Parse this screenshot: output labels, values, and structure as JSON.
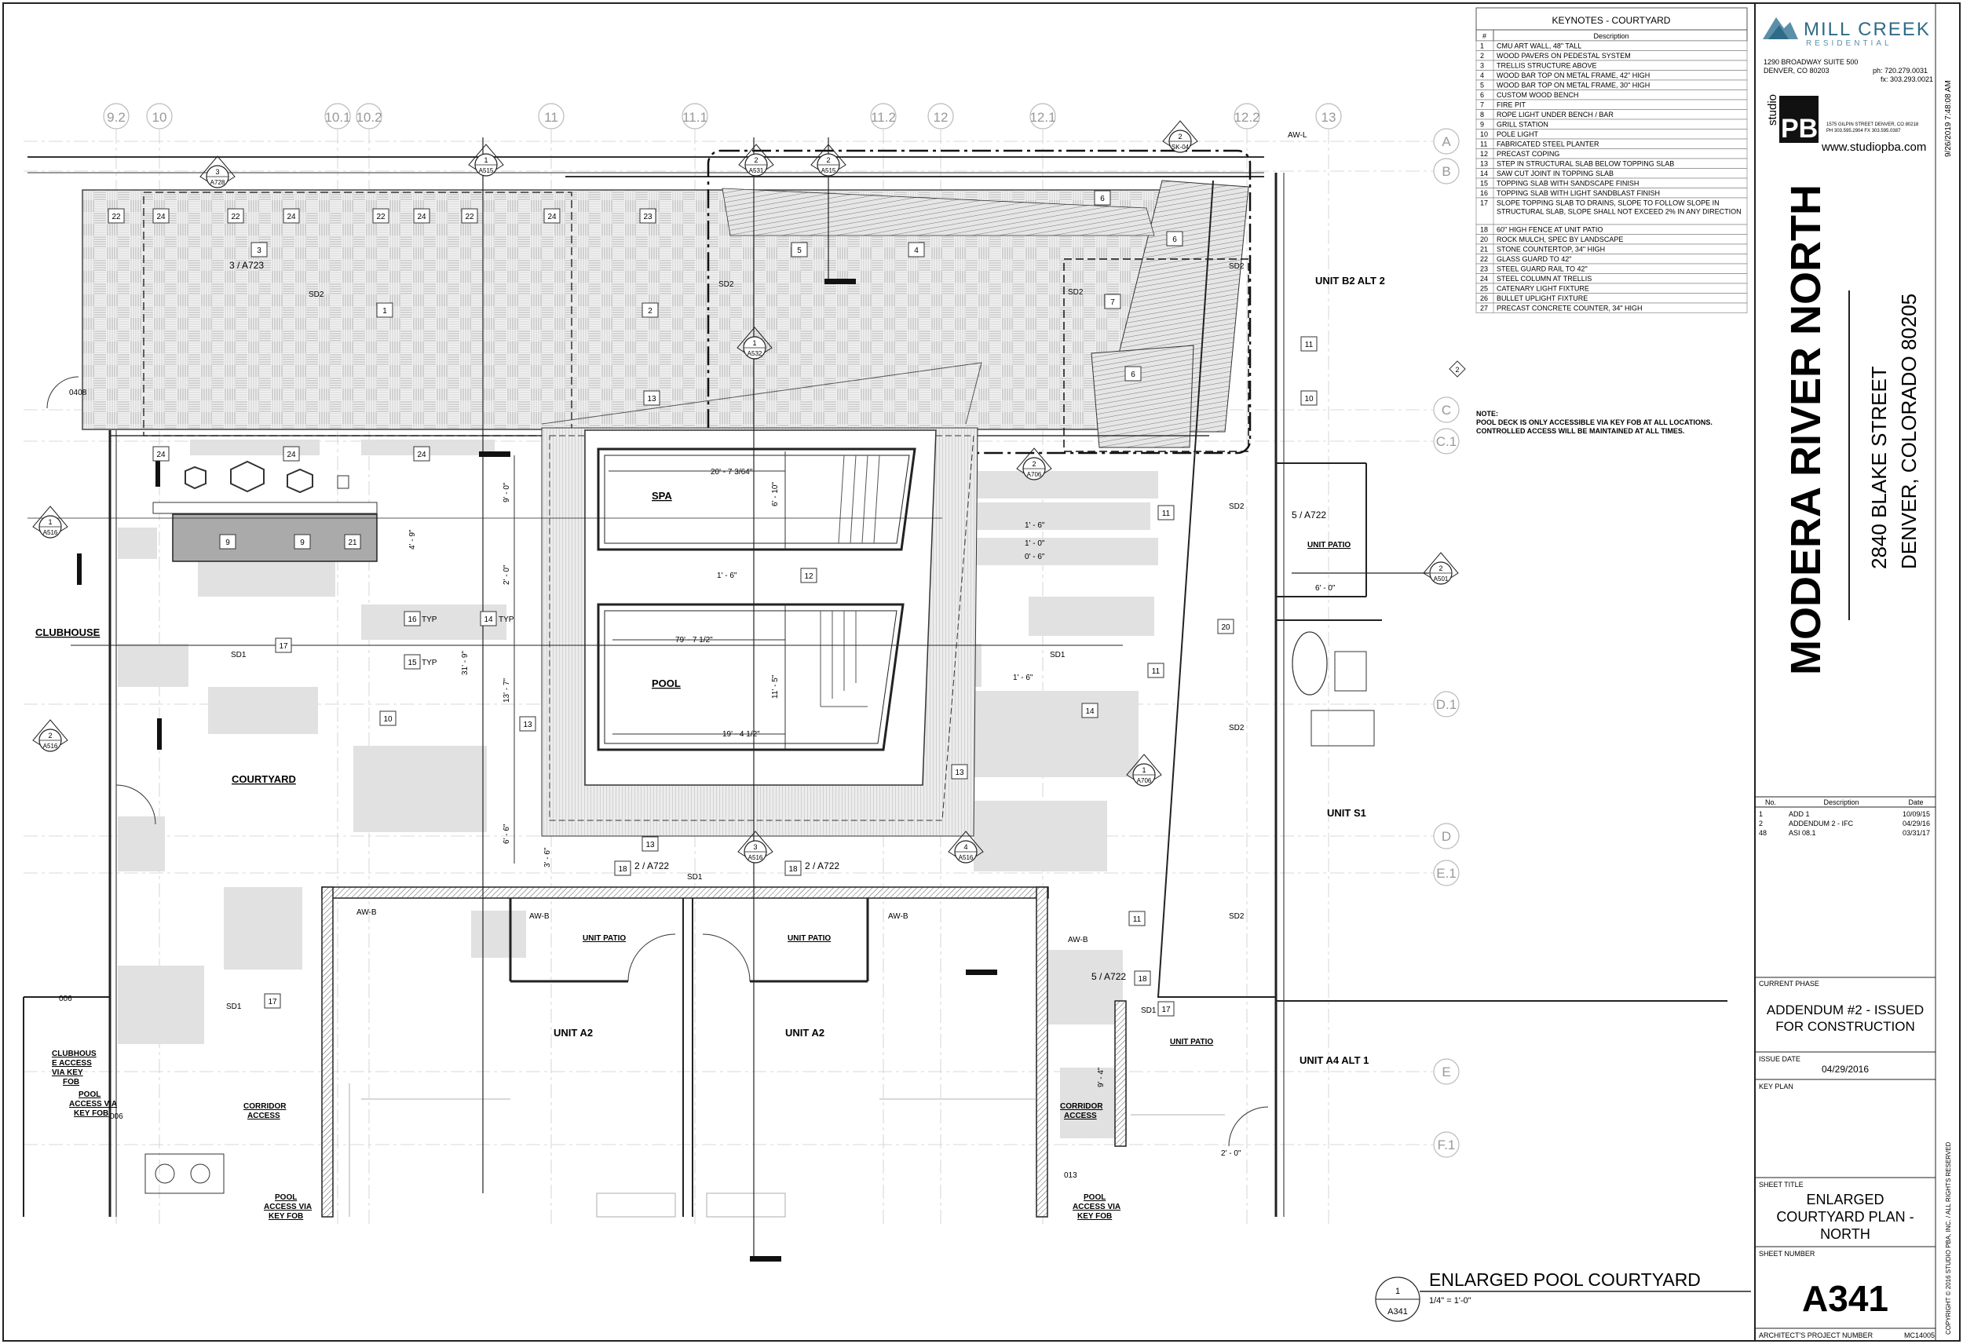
{
  "keynotes": {
    "title": "KEYNOTES - COURTYARD",
    "col_num": "#",
    "col_desc": "Description",
    "items": [
      {
        "n": "1",
        "d": "CMU ART WALL, 48\" TALL"
      },
      {
        "n": "2",
        "d": "WOOD PAVERS ON PEDESTAL SYSTEM"
      },
      {
        "n": "3",
        "d": "TRELLIS STRUCTURE ABOVE"
      },
      {
        "n": "4",
        "d": "WOOD BAR TOP ON METAL FRAME, 42\" HIGH"
      },
      {
        "n": "5",
        "d": "WOOD BAR TOP ON METAL FRAME, 30\" HIGH"
      },
      {
        "n": "6",
        "d": "CUSTOM WOOD BENCH"
      },
      {
        "n": "7",
        "d": "FIRE PIT"
      },
      {
        "n": "8",
        "d": "ROPE LIGHT UNDER BENCH / BAR"
      },
      {
        "n": "9",
        "d": "GRILL STATION"
      },
      {
        "n": "10",
        "d": "POLE LIGHT"
      },
      {
        "n": "11",
        "d": "FABRICATED STEEL PLANTER"
      },
      {
        "n": "12",
        "d": "PRECAST COPING"
      },
      {
        "n": "13",
        "d": "STEP IN STRUCTURAL SLAB BELOW TOPPING SLAB"
      },
      {
        "n": "14",
        "d": "SAW CUT JOINT IN TOPPING SLAB"
      },
      {
        "n": "15",
        "d": "TOPPING SLAB WITH SANDSCAPE FINISH"
      },
      {
        "n": "16",
        "d": "TOPPING SLAB WITH LIGHT SANDBLAST FINISH"
      },
      {
        "n": "17",
        "d": "SLOPE TOPPING SLAB TO DRAINS, SLOPE TO FOLLOW SLOPE IN STRUCTURAL SLAB, SLOPE SHALL NOT EXCEED 2% IN ANY DIRECTION"
      },
      {
        "n": "18",
        "d": "60\" HIGH FENCE AT UNIT PATIO"
      },
      {
        "n": "20",
        "d": "ROCK MULCH, SPEC BY LANDSCAPE"
      },
      {
        "n": "21",
        "d": "STONE COUNTERTOP, 34\" HIGH"
      },
      {
        "n": "22",
        "d": "GLASS GUARD TO 42\""
      },
      {
        "n": "23",
        "d": "STEEL GUARD RAIL TO 42\""
      },
      {
        "n": "24",
        "d": "STEEL COLUMN AT TRELLIS"
      },
      {
        "n": "25",
        "d": "CATENARY LIGHT FIXTURE"
      },
      {
        "n": "26",
        "d": "BULLET UPLIGHT FIXTURE"
      },
      {
        "n": "27",
        "d": "PRECAST CONCRETE COUNTER, 34\" HIGH"
      }
    ]
  },
  "note": {
    "label": "NOTE:",
    "lines": [
      "POOL DECK IS ONLY ACCESSIBLE VIA KEY FOB AT ALL LOCATIONS.",
      "CONTROLLED ACCESS WILL BE MAINTAINED AT ALL TIMES."
    ],
    "delta": "2"
  },
  "client": {
    "name": "MILL CREEK",
    "sub": "RESIDENTIAL",
    "addr1": "1290 BROADWAY SUITE 500",
    "addr2": "DENVER, CO 80203",
    "ph": "ph: 720.279.0031",
    "fx": "fx: 303.293.0021"
  },
  "architect": {
    "studio": "studio",
    "name": "PBA",
    "addr_a": "1575   GILPIN STREET    DENVER, CO 80218",
    "addr_b": "PH    303.595.2904   FX    303.595.0387",
    "web": "www.studiopba.com"
  },
  "project": {
    "name": "MODERA RIVER NORTH",
    "street": "2840 BLAKE STREET",
    "city": "DENVER, COLORADO 80205",
    "timestamp": "9/26/2019 7:48:08 AM"
  },
  "revisions": {
    "headers": [
      "No.",
      "Description",
      "Date"
    ],
    "rows": [
      [
        "1",
        "ADD 1",
        "10/09/15"
      ],
      [
        "2",
        "ADDENDUM 2 - IFC",
        "04/29/16"
      ],
      [
        "48",
        "ASI 08.1",
        "03/31/17"
      ]
    ]
  },
  "phase": {
    "label": "CURRENT PHASE",
    "line1": "ADDENDUM #2 - ISSUED",
    "line2": "FOR CONSTRUCTION"
  },
  "issue": {
    "label": "ISSUE DATE",
    "date": "04/29/2016"
  },
  "keyplan": {
    "label": "KEY PLAN"
  },
  "sheet": {
    "title_label": "SHEET TITLE",
    "title1": "ENLARGED",
    "title2": "COURTYARD PLAN -",
    "title3": "NORTH",
    "number_label": "SHEET NUMBER",
    "number": "A341",
    "proj_label": "ARCHITECT'S PROJECT NUMBER",
    "proj_num": "MC14005",
    "copyright": "COPYRIGHT © 2016 STUDIO PBA, INC. / ALL RIGHTS RESERVED"
  },
  "drawing": {
    "num": "1",
    "sheet": "A341",
    "title": "ENLARGED POOL COURTYARD",
    "scale": "1/4\" = 1'-0\""
  },
  "grid": {
    "top": [
      "9.2",
      "10",
      "10.1",
      "10.2",
      "11",
      "11.1",
      "11.2",
      "12",
      "12.1",
      "12.2",
      "13"
    ],
    "right": [
      "A",
      "B",
      "C",
      "C.1",
      "D.1",
      "D",
      "E.1",
      "E",
      "F.1"
    ]
  },
  "rooms": {
    "clubhouse": "CLUBHOUSE",
    "courtyard": "COURTYARD",
    "spa": "SPA",
    "pool": "POOL",
    "unit_b2": "UNIT B2 ALT 2",
    "unit_patio": "UNIT PATIO",
    "unit_s1": "UNIT S1",
    "unit_a2": "UNIT A2",
    "unit_a4": "UNIT A4 ALT 1",
    "corridor1": "CORRIDOR",
    "corridor2": "ACCESS",
    "clubhouse_access": [
      "CLUBHOUS",
      "E ACCESS",
      "VIA KEY",
      "FOB"
    ],
    "pool_access": [
      "POOL",
      "ACCESS VIA",
      "KEY FOB"
    ]
  },
  "dims": {
    "spa_w": "20' - 7 3/64\"",
    "spa_h": "6' - 10\"",
    "pool_w": "79' - 7 1/2\"",
    "pool_w2": "19' - 4 1/2\"",
    "pool_h": "11' - 5\"",
    "d_9": "9' - 0\"",
    "d_2": "2' - 0\"",
    "d_31": "31' - 9\"",
    "d_13": "13' - 7\"",
    "d_6": "6' - 6\"",
    "d_3": "3' - 6\"",
    "d_4": "4' - 9\"",
    "d_1a": "1' - 6\"",
    "d_1b": "1' - 0\"",
    "d_0": "0' - 6\"",
    "d_6b": "6' - 0\"",
    "d_94": "9' - 4\"",
    "d_20": "2' - 0\""
  },
  "labels": {
    "sd1": "SD1",
    "sd2": "SD2",
    "typ": "TYP",
    "awb": "AW-B",
    "awl": "AW-L",
    "ref_3_a723": "3 / A723",
    "ref_2_a722": "2 / A722",
    "ref_5_a722": "5 / A722",
    "door_0408": "0408",
    "door_006": "006",
    "door_013": "013"
  },
  "sections": [
    {
      "n": "3",
      "s": "A728"
    },
    {
      "n": "1",
      "s": "A515"
    },
    {
      "n": "2",
      "s": "A531"
    },
    {
      "n": "2",
      "s": "A515"
    },
    {
      "n": "2",
      "s": "SK-04"
    },
    {
      "n": "1",
      "s": "A516"
    },
    {
      "n": "2",
      "s": "A516"
    },
    {
      "n": "2",
      "s": "A706"
    },
    {
      "n": "2",
      "s": "A501"
    },
    {
      "n": "1",
      "s": "A706"
    },
    {
      "n": "3",
      "s": "A516"
    },
    {
      "n": "4",
      "s": "A516"
    },
    {
      "n": "1",
      "s": "A532"
    }
  ],
  "tags": [
    "22",
    "24",
    "22",
    "24",
    "22",
    "24",
    "22",
    "24",
    "23",
    "3",
    "1",
    "2",
    "6",
    "6",
    "7",
    "6",
    "5",
    "4",
    "11",
    "10",
    "13",
    "24",
    "24",
    "24",
    "9",
    "9",
    "21",
    "16",
    "14",
    "15",
    "17",
    "10",
    "13",
    "12",
    "11",
    "20",
    "11",
    "14",
    "13",
    "13",
    "18",
    "18",
    "17",
    "11",
    "17",
    "18"
  ]
}
